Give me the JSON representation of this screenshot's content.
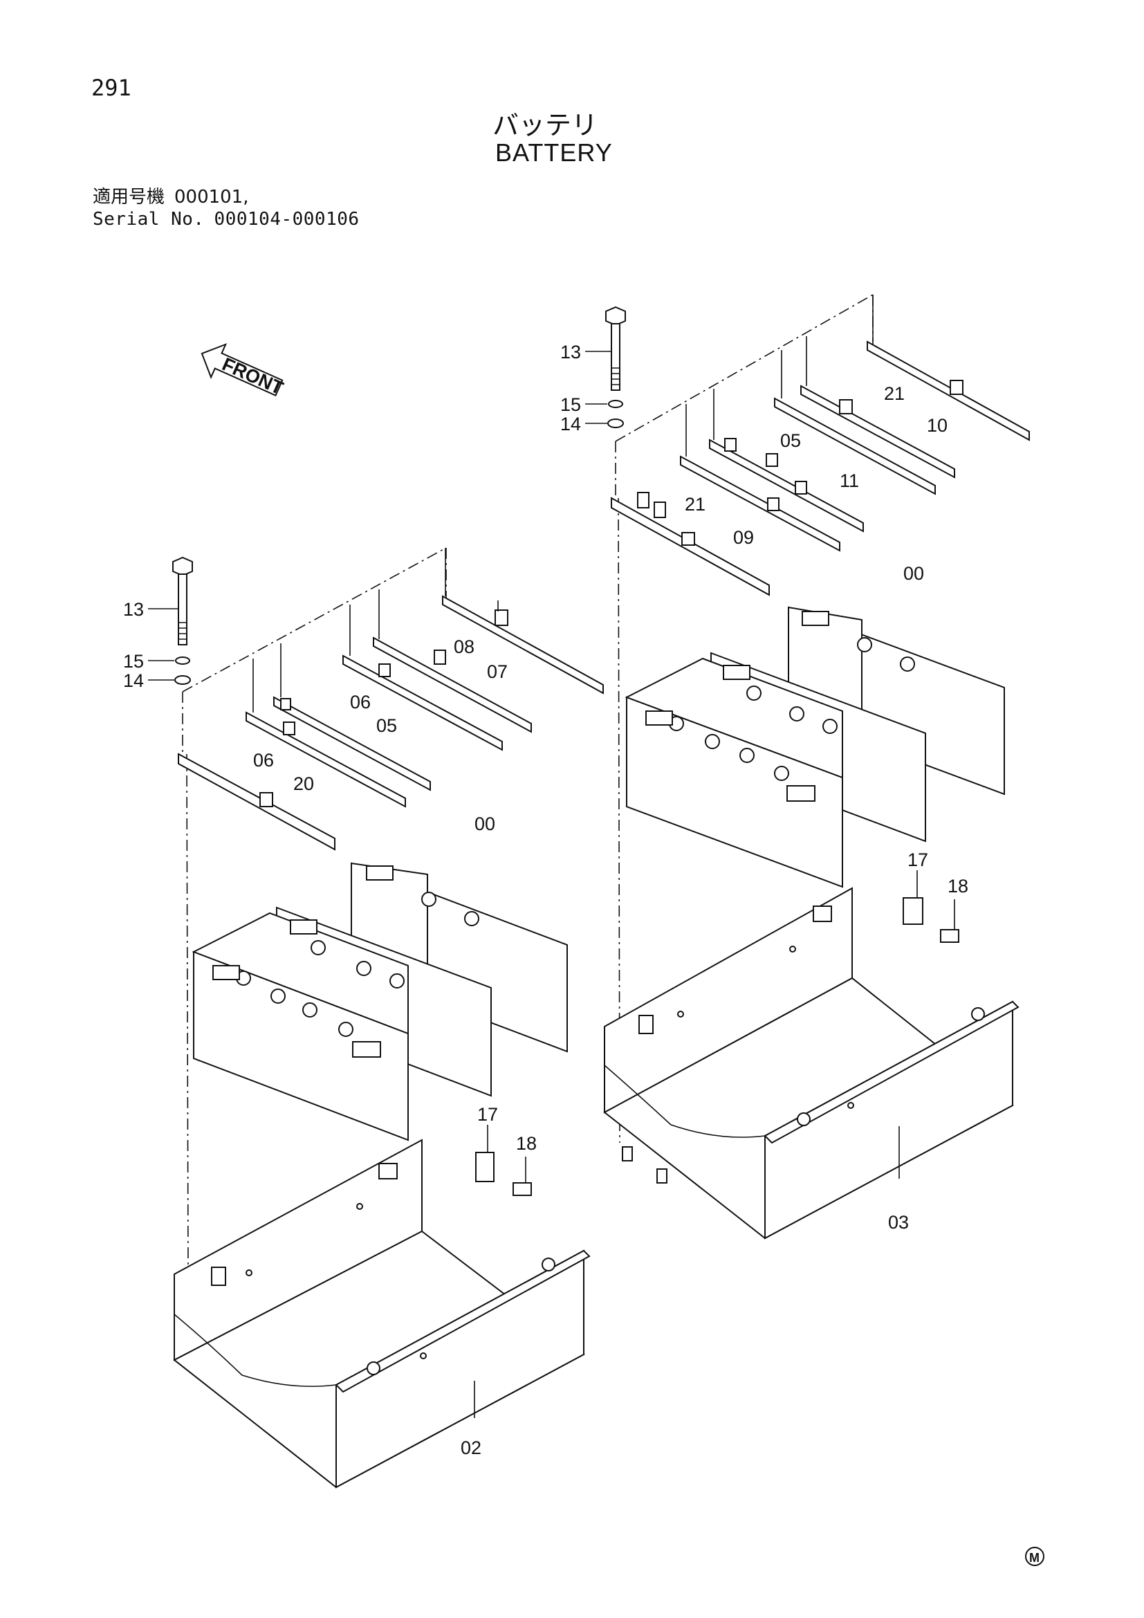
{
  "header": {
    "page_number": "291",
    "title_jp": "バッテリ",
    "title_en": "BATTERY",
    "serial_label_jp": "適用号機",
    "serial_value_jp": "000101,",
    "serial_label_en": "Serial No.",
    "serial_value_en": "000104-000106"
  },
  "front_label": "FRONT",
  "footer_mark": "M",
  "left_assembly": {
    "labels": {
      "p13": "13",
      "p15": "15",
      "p14": "14",
      "p08": "08",
      "p07": "07",
      "p06a": "06",
      "p05": "05",
      "p06b": "06",
      "p20": "20",
      "p00": "00",
      "p17": "17",
      "p18": "18",
      "p02": "02"
    }
  },
  "right_assembly": {
    "labels": {
      "p13": "13",
      "p15": "15",
      "p14": "14",
      "p21a": "21",
      "p10": "10",
      "p05": "05",
      "p11": "11",
      "p21b": "21",
      "p09": "09",
      "p00": "00",
      "p17": "17",
      "p18": "18",
      "p03": "03"
    }
  }
}
